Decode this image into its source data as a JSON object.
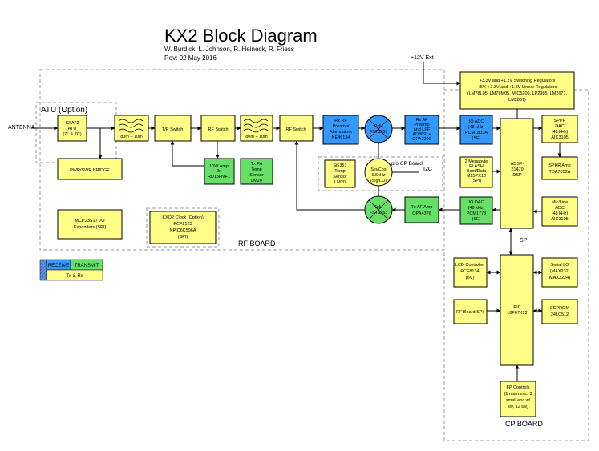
{
  "header": {
    "title": "KX2 Block Diagram",
    "authors": "W. Burdick, L. Johnson, R. Heineck, R. Friess",
    "revision": "Rev: 02 May 2016"
  },
  "colors": {
    "block_yellow": "#FFFF88",
    "block_blue": "#3399FF",
    "block_green": "#66E066",
    "border_dashed": "#999999",
    "line": "#000000"
  },
  "labels": {
    "antenna": "ANTENNA",
    "ext_power": "+12V Ext",
    "rf_board": "RF BOARD",
    "cp_board": "CP BOARD",
    "atu_option": "ATU (Option)",
    "spi": "SPI",
    "i2c": "I2C",
    "pcp_board": "p/o CP Board"
  },
  "blocks": {
    "kxat2": [
      "KXAT2",
      "ATU",
      "(7L & 7C)"
    ],
    "pwr_swr": [
      "PWR/SWR BRIDGE"
    ],
    "mcp23": [
      "MCP23S17 I/O",
      "Expanders (SPI)"
    ],
    "lpf": [
      "80m – 10m"
    ],
    "tr_switch": [
      "T/R Switch"
    ],
    "rf_switch1": [
      "RF Switch"
    ],
    "bpf": [
      "80m – 10m"
    ],
    "rf_switch2": [
      "RF Switch"
    ],
    "amp10w": [
      "10W Amp",
      "2x",
      "RD15HVF1"
    ],
    "txpa_temp": [
      "Tx PA",
      "Temp",
      "Sensor",
      "LM20"
    ],
    "kxo2": [
      "KXO2 Clock (Option)",
      "PCF2123",
      "NPIC6C596A",
      "(SPI)"
    ],
    "rx_rf": [
      "Rx RF",
      "Preamp/",
      "Attenuators",
      "NE46134"
    ],
    "rx_mix": [
      "RxM",
      "FST3257"
    ],
    "rx_af": [
      "Rx AF",
      "Preamp",
      "and LPF",
      "AD8691+",
      "OPA2209"
    ],
    "si5351": [
      "Si5351",
      "Temp",
      "Sensor",
      "LM20"
    ],
    "sincos": [
      "Sin/Cos",
      "9.6kHz",
      "(Sig/LO)"
    ],
    "tx_mix": [
      "TxM",
      "FST3253"
    ],
    "tx_af": [
      "Tx AF Amp",
      "OPA4376"
    ],
    "regs": [
      "+3.3V and +1.2V Switching Regulators",
      "+5V, +3.3V and +1.8V Linear Regulators",
      "(LM78L05, LM78M05, MIC5205, LP2985, LM2671,",
      "LM2831)"
    ],
    "iq_adc": [
      "IQ ADC",
      "(48 kHz)",
      "PCM1803A",
      "(SE)"
    ],
    "flash": [
      "2 Megabyte",
      "FLASH",
      "Boot/Data",
      "M25PX16",
      "(SPI)"
    ],
    "iq_dac": [
      "IQ DAC",
      "(48 kHz)",
      "PCM1773",
      "(SE)"
    ],
    "dsp": [
      "ADSP-",
      "21479",
      "DSP"
    ],
    "spph_dac": [
      "SPPH",
      "DAC",
      "(48 kHz)",
      "AIC3105"
    ],
    "spkr_amp": [
      "SPKR Amp",
      "TDA7052A"
    ],
    "mic_adc": [
      "Mic/Line",
      "ADC",
      "(48 kHz)",
      "AIC3105"
    ],
    "lcd": [
      "LCD Controller",
      "PCF8134",
      "(6V)"
    ],
    "rf_board_spi": [
      "RF Board SPI"
    ],
    "pic": [
      "PIC",
      "18F67K22"
    ],
    "serial_io": [
      "Serial I/O",
      "(MAX232,",
      "MAX3224)"
    ],
    "eeprom": [
      "EEPROM",
      "24LC512"
    ],
    "fp_controls": [
      "FP Controls",
      "(1 main enc, 3",
      "small enc w/",
      "sw, 12 sw)"
    ]
  },
  "legend": {
    "receive": "RECEIVE",
    "transmit": "TRANSMIT",
    "txrx": "Tx & Rx"
  }
}
